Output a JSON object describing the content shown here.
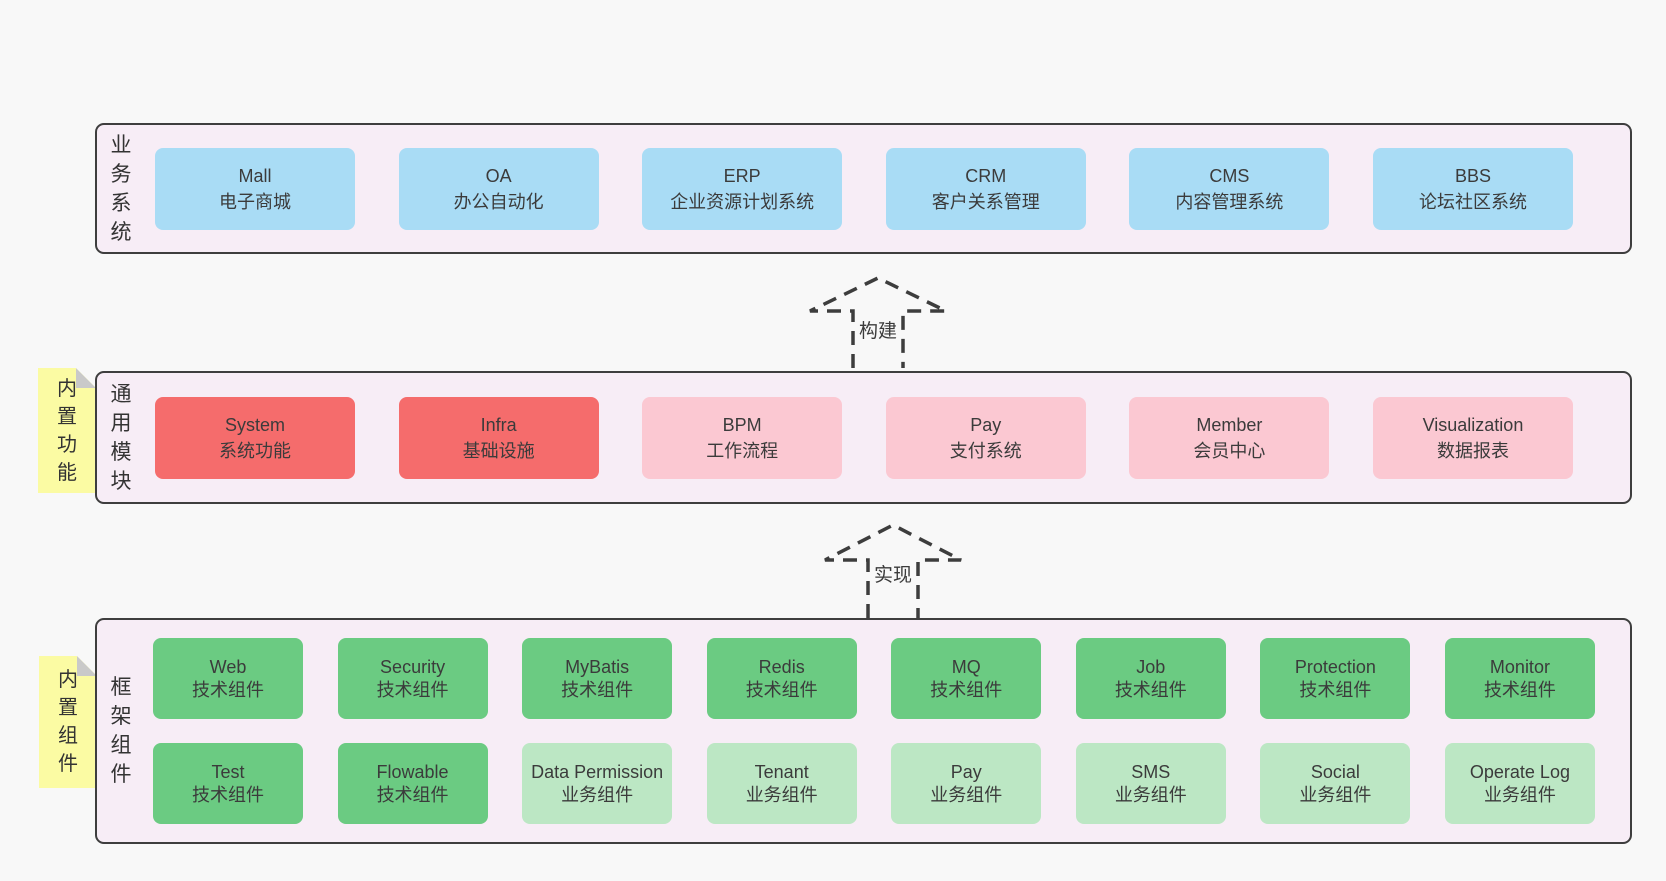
{
  "diagram": {
    "colors": {
      "page_bg": "#f8f8f8",
      "band_bg": "#f7edf6",
      "band_border": "#3e3e3e",
      "sticky_bg": "#fbfba3",
      "fold": "#c9c9c9",
      "text": "#3b3b3b",
      "c_blue": "#a9dcf5",
      "c_red": "#f56c6c",
      "c_pink": "#fbc8d2",
      "c_green_dark": "#6bcb82",
      "c_green_light": "#bce7c4"
    },
    "arrows": [
      {
        "label": "构建"
      },
      {
        "label": "实现"
      }
    ],
    "stickies": [
      {
        "label": "内置功能"
      },
      {
        "label": "内置组件"
      }
    ],
    "bands": [
      {
        "label": "业务系统",
        "rows": [
          {
            "boxes": [
              {
                "title": "Mall",
                "subtitle": "电子商城",
                "color": "blue"
              },
              {
                "title": "OA",
                "subtitle": "办公自动化",
                "color": "blue"
              },
              {
                "title": "ERP",
                "subtitle": "企业资源计划系统",
                "color": "blue"
              },
              {
                "title": "CRM",
                "subtitle": "客户关系管理",
                "color": "blue"
              },
              {
                "title": "CMS",
                "subtitle": "内容管理系统",
                "color": "blue"
              },
              {
                "title": "BBS",
                "subtitle": "论坛社区系统",
                "color": "blue"
              }
            ]
          }
        ]
      },
      {
        "label": "通用模块",
        "rows": [
          {
            "boxes": [
              {
                "title": "System",
                "subtitle": "系统功能",
                "color": "red"
              },
              {
                "title": "Infra",
                "subtitle": "基础设施",
                "color": "red"
              },
              {
                "title": "BPM",
                "subtitle": "工作流程",
                "color": "pink"
              },
              {
                "title": "Pay",
                "subtitle": "支付系统",
                "color": "pink"
              },
              {
                "title": "Member",
                "subtitle": "会员中心",
                "color": "pink"
              },
              {
                "title": "Visualization",
                "subtitle": "数据报表",
                "color": "pink"
              }
            ]
          }
        ]
      },
      {
        "label": "框架组件",
        "rows": [
          {
            "boxes": [
              {
                "title": "Web",
                "subtitle": "技术组件",
                "color": "green-dark"
              },
              {
                "title": "Security",
                "subtitle": "技术组件",
                "color": "green-dark"
              },
              {
                "title": "MyBatis",
                "subtitle": "技术组件",
                "color": "green-dark"
              },
              {
                "title": "Redis",
                "subtitle": "技术组件",
                "color": "green-dark"
              },
              {
                "title": "MQ",
                "subtitle": "技术组件",
                "color": "green-dark"
              },
              {
                "title": "Job",
                "subtitle": "技术组件",
                "color": "green-dark"
              },
              {
                "title": "Protection",
                "subtitle": "技术组件",
                "color": "green-dark"
              },
              {
                "title": "Monitor",
                "subtitle": "技术组件",
                "color": "green-dark"
              }
            ]
          },
          {
            "boxes": [
              {
                "title": "Test",
                "subtitle": "技术组件",
                "color": "green-dark"
              },
              {
                "title": "Flowable",
                "subtitle": "技术组件",
                "color": "green-dark"
              },
              {
                "title": "Data Permission",
                "subtitle": "业务组件",
                "color": "green-light"
              },
              {
                "title": "Tenant",
                "subtitle": "业务组件",
                "color": "green-light"
              },
              {
                "title": "Pay",
                "subtitle": "业务组件",
                "color": "green-light"
              },
              {
                "title": "SMS",
                "subtitle": "业务组件",
                "color": "green-light"
              },
              {
                "title": "Social",
                "subtitle": "业务组件",
                "color": "green-light"
              },
              {
                "title": "Operate Log",
                "subtitle": "业务组件",
                "color": "green-light"
              }
            ]
          }
        ]
      }
    ]
  }
}
